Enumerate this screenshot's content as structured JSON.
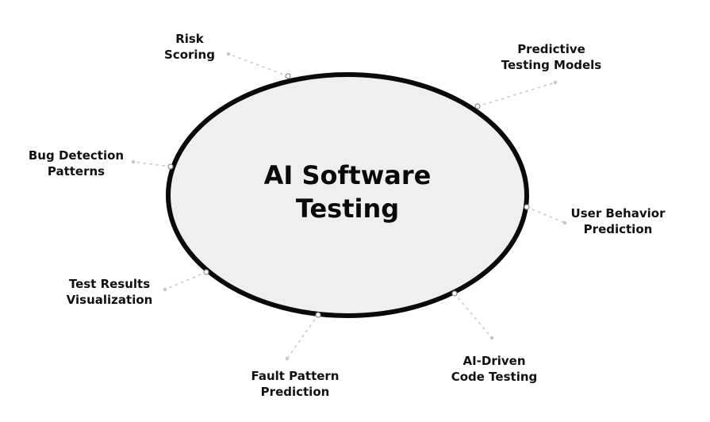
{
  "center": {
    "title_line1": "AI Software",
    "title_line2": "Testing"
  },
  "nodes": [
    {
      "id": "risk-scoring",
      "line1": "Risk",
      "line2": "Scoring"
    },
    {
      "id": "predictive-testing-models",
      "line1": "Predictive",
      "line2": "Testing Models"
    },
    {
      "id": "bug-detection-patterns",
      "line1": "Bug Detection",
      "line2": "Patterns"
    },
    {
      "id": "user-behavior-prediction",
      "line1": "User Behavior",
      "line2": "Prediction"
    },
    {
      "id": "test-results-visualization",
      "line1": "Test Results",
      "line2": "Visualization"
    },
    {
      "id": "fault-pattern-prediction",
      "line1": "Fault Pattern",
      "line2": "Prediction"
    },
    {
      "id": "ai-driven-code-testing",
      "line1": "AI-Driven",
      "line2": "Code Testing"
    }
  ],
  "colors": {
    "ellipse_fill": "#efefef",
    "ellipse_stroke": "#0a0a0a",
    "text": "#111111",
    "connector": "#c9c9c9"
  }
}
